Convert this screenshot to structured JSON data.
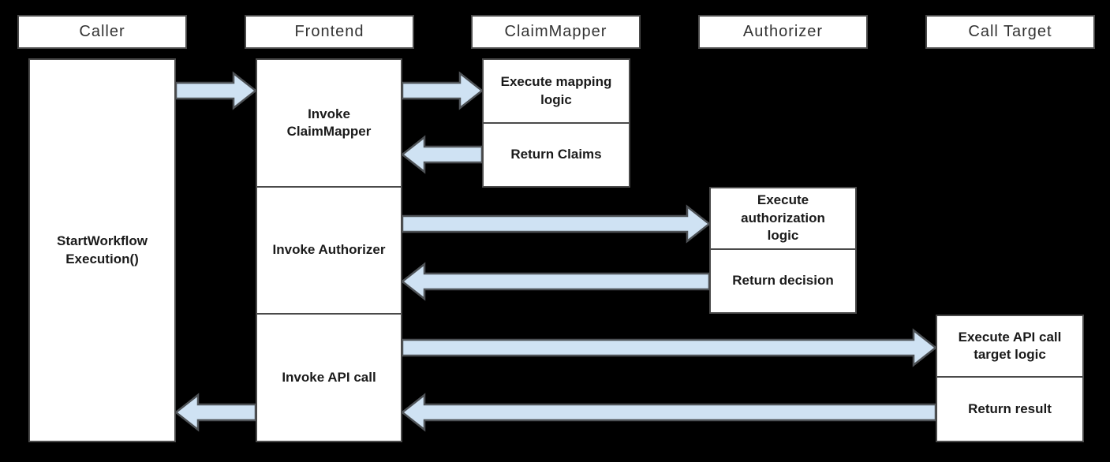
{
  "colors": {
    "background": "#000000",
    "box_fill": "#ffffff",
    "box_border": "#4a4a4a",
    "arrow_fill": "#cfe2f3",
    "arrow_stroke": "#4e5256",
    "header_text": "#333333",
    "step_text": "#1a1a1a"
  },
  "headers": {
    "caller": "Caller",
    "frontend": "Frontend",
    "claim_mapper": "ClaimMapper",
    "authorizer": "Authorizer",
    "call_target": "Call Target"
  },
  "steps": {
    "start_workflow": "StartWorkflow Execution()",
    "invoke_claim_mapper": "Invoke ClaimMapper",
    "invoke_authorizer": "Invoke Authorizer",
    "invoke_api_call": "Invoke API call",
    "execute_mapping_logic": "Execute mapping logic",
    "return_claims": "Return Claims",
    "execute_authorization_logic": "Execute authorization logic",
    "return_decision": "Return decision",
    "execute_api_call_target_logic": "Execute API call target logic",
    "return_result": "Return result"
  },
  "diagram": {
    "type": "sequence",
    "lanes": [
      {
        "name": "Caller",
        "steps": [
          "StartWorkflow Execution()"
        ]
      },
      {
        "name": "Frontend",
        "steps": [
          "Invoke ClaimMapper",
          "Invoke Authorizer",
          "Invoke API call"
        ]
      },
      {
        "name": "ClaimMapper",
        "steps": [
          "Execute mapping logic",
          "Return Claims"
        ]
      },
      {
        "name": "Authorizer",
        "steps": [
          "Execute authorization logic",
          "Return decision"
        ]
      },
      {
        "name": "Call Target",
        "steps": [
          "Execute API call target logic",
          "Return result"
        ]
      }
    ],
    "messages": [
      {
        "from": "Caller",
        "to": "Frontend"
      },
      {
        "from": "Frontend",
        "to": "ClaimMapper"
      },
      {
        "from": "ClaimMapper",
        "to": "Frontend"
      },
      {
        "from": "Frontend",
        "to": "Authorizer"
      },
      {
        "from": "Authorizer",
        "to": "Frontend"
      },
      {
        "from": "Frontend",
        "to": "Call Target"
      },
      {
        "from": "Call Target",
        "to": "Frontend"
      },
      {
        "from": "Frontend",
        "to": "Caller"
      }
    ]
  }
}
